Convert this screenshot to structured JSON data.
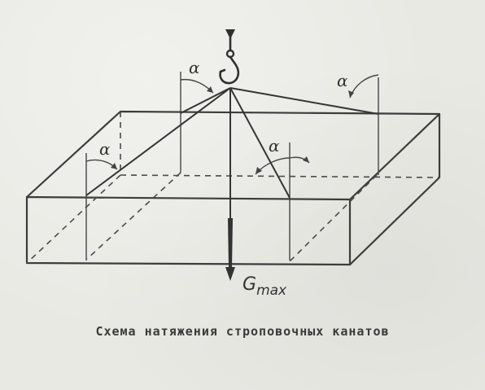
{
  "diagram": {
    "angle_symbol": "α",
    "force_label_main": "G",
    "force_label_sub": "max",
    "caption": "Схема натяжения строповочных канатов",
    "ink_color": "#3c3c3c",
    "paper_color": "#e9e9e4"
  }
}
